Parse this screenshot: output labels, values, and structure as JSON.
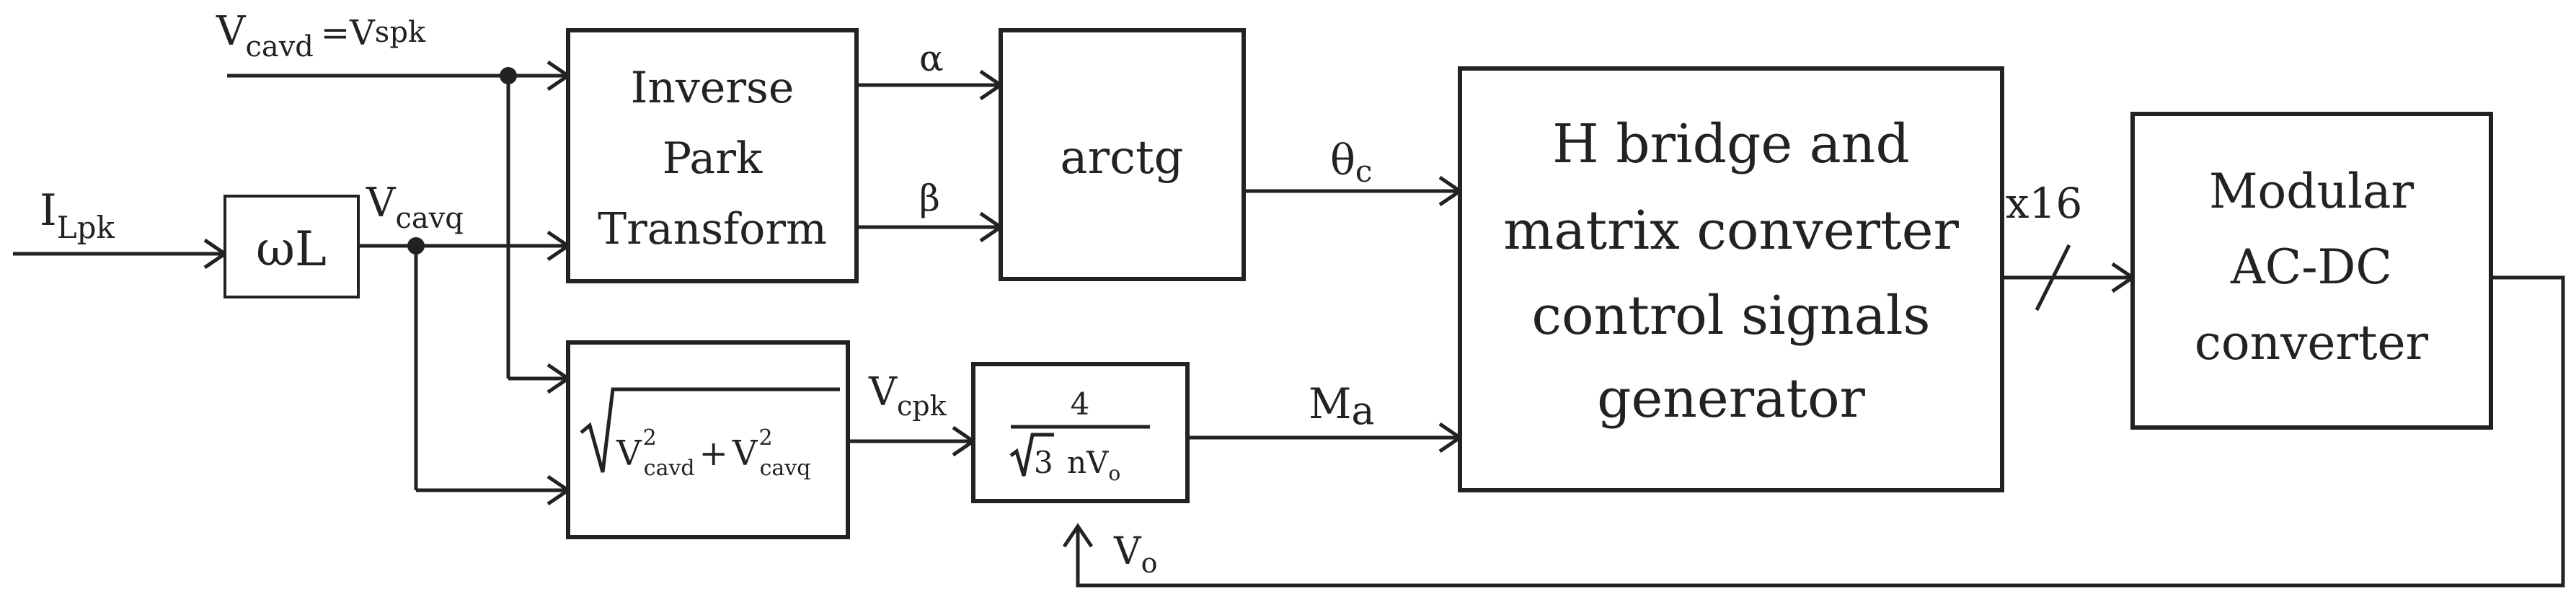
{
  "inputs": {
    "vcavd": "V",
    "vcavd_sub": "cavd",
    "vcavd_eq": "=V",
    "vspk_sub": "spk",
    "ilpk": "I",
    "ilpk_sub": "Lpk"
  },
  "blocks": {
    "omega_l": "ωL",
    "inverse_park": [
      "Inverse",
      "Park",
      "Transform"
    ],
    "arctg": "arctg",
    "hbridge": [
      "H bridge and",
      "matrix converter",
      "control signals",
      "generator"
    ],
    "modular": [
      "Modular",
      "AC-DC",
      "converter"
    ],
    "sqrt": {
      "v1": "V",
      "sup1": "2",
      "sub1": "cavd",
      "plus": "+",
      "v2": "V",
      "sup2": "2",
      "sub2": "cavq"
    },
    "gain": {
      "num": "4",
      "sqrt3": "3",
      "den_n": "nV",
      "den_sub": "o"
    }
  },
  "signals": {
    "vcavq": "V",
    "vcavq_sub": "cavq",
    "alpha": "α",
    "beta": "β",
    "theta": "θ",
    "theta_sub": "c",
    "vcpk": "V",
    "vcpk_sub": "cpk",
    "ma": "M",
    "ma_sub": "a",
    "x16": "x16",
    "vo": "V",
    "vo_sub": "o"
  }
}
